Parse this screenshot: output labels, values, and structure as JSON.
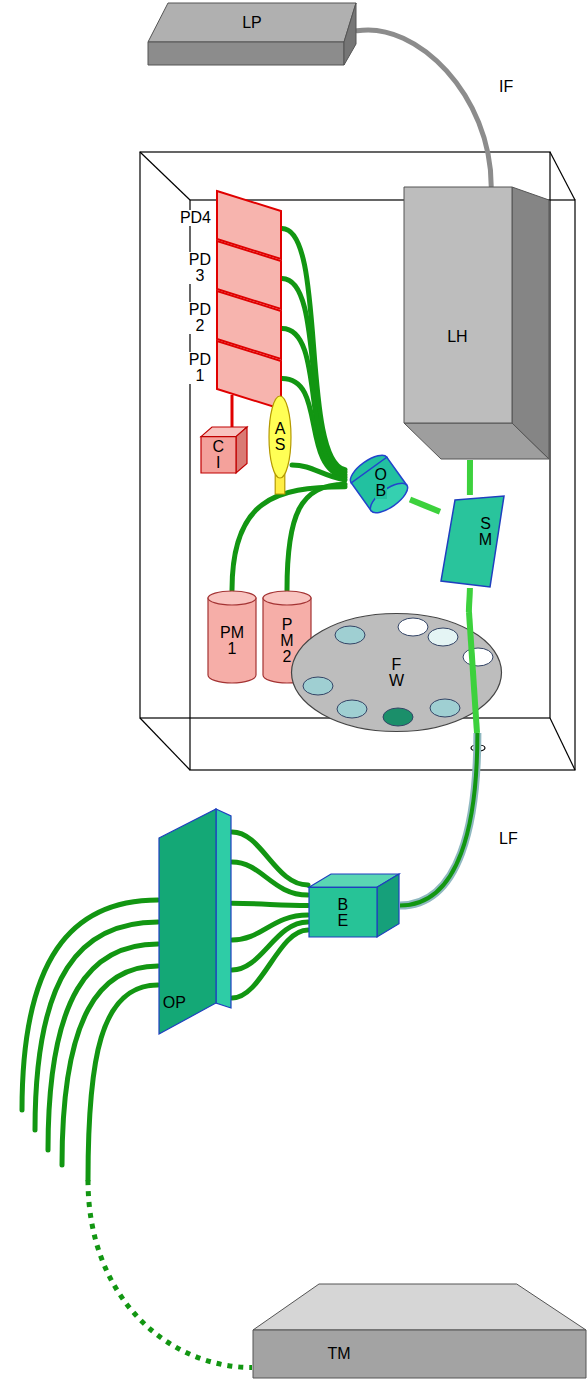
{
  "diagram": {
    "nodes": [
      {
        "text": [
          "LP"
        ]
      },
      {
        "text": [
          "LH"
        ]
      },
      {
        "text": [
          "PD4"
        ]
      },
      {
        "text": [
          "PD 3"
        ]
      },
      {
        "text": [
          "PD 2"
        ]
      },
      {
        "text": [
          "PD 1"
        ]
      },
      {
        "text": [
          "C I"
        ]
      },
      {
        "text": [
          "A S"
        ]
      },
      {
        "text": [
          "O B"
        ]
      },
      {
        "text": [
          "S M"
        ]
      },
      {
        "text": [
          "PM 1"
        ]
      },
      {
        "text": [
          "P M 2"
        ]
      },
      {
        "text": [
          "F W"
        ]
      },
      {
        "text": [
          "B E"
        ]
      },
      {
        "text": [
          "OP"
        ]
      },
      {
        "text": [
          "TM"
        ]
      }
    ],
    "edges": [
      {
        "from": 0,
        "to": 1,
        "arrow": "none",
        "label": "IF"
      },
      {
        "from": 1,
        "to": 9,
        "arrow": "none"
      },
      {
        "from": 9,
        "to": 8,
        "arrow": "none"
      },
      {
        "from": 9,
        "to": 12,
        "arrow": "none"
      },
      {
        "from": 8,
        "to": 2,
        "arrow": "none"
      },
      {
        "from": 8,
        "to": 3,
        "arrow": "none"
      },
      {
        "from": 8,
        "to": 4,
        "arrow": "none"
      },
      {
        "from": 8,
        "to": 5,
        "arrow": "none"
      },
      {
        "from": 8,
        "to": 7,
        "arrow": "none"
      },
      {
        "from": 8,
        "to": 10,
        "arrow": "none"
      },
      {
        "from": 8,
        "to": 11,
        "arrow": "none"
      },
      {
        "from": 12,
        "to": 13,
        "arrow": "none",
        "label": "LF"
      },
      {
        "from": 13,
        "to": 14,
        "arrow": "none"
      },
      {
        "from": 14,
        "to": 15,
        "arrow": "none"
      }
    ]
  }
}
